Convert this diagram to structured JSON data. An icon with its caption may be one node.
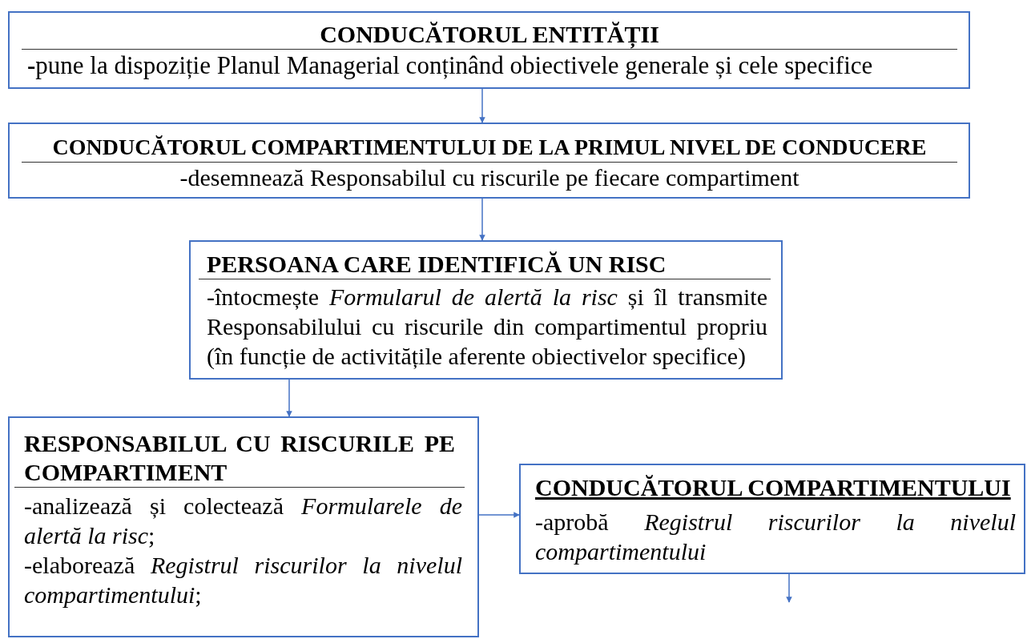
{
  "diagram": {
    "nodes": [
      {
        "text": [
          "CONDUCĂTORUL ENTITĂȚII",
          "**-**pune la dispoziție Planul Managerial conținând obiectivele generale și cele specifice"
        ]
      },
      {
        "text": [
          "CONDUCĂTORUL COMPARTIMENTULUI DE LA PRIMUL NIVEL DE CONDUCERE",
          "-desemnează Responsabilul cu riscurile pe fiecare compartiment"
        ]
      },
      {
        "text": [
          "PERSOANA CARE IDENTIFICĂ UN RISC",
          "-întocmește *Formularul de alertă la risc* și îl transmite Responsabilului cu riscurile din compartimentul propriu (în funcție de activitățile aferente obiectivelor specifice)"
        ]
      },
      {
        "text": [
          "RESPONSABILUL CU RISCURILE PE COMPARTIMENT",
          "-analizează și colectează *Formularele de alertă la risc*;",
          "-elaborează *Registrul riscurilor la nivelul compartimentului*;"
        ]
      },
      {
        "text": [
          "CONDUCĂTORUL COMPARTIMENTULUI",
          "-aprobă *Registrul riscurilor la nivelul compartimentului*"
        ]
      }
    ],
    "edges": [
      {
        "from": 0,
        "to": 1,
        "arrow": "to"
      },
      {
        "from": 1,
        "to": 2,
        "arrow": "to"
      },
      {
        "from": 2,
        "to": 3,
        "arrow": "to"
      },
      {
        "from": 3,
        "to": 4,
        "arrow": "to"
      },
      {
        "from": 4,
        "to": null,
        "arrow": "to"
      }
    ]
  }
}
